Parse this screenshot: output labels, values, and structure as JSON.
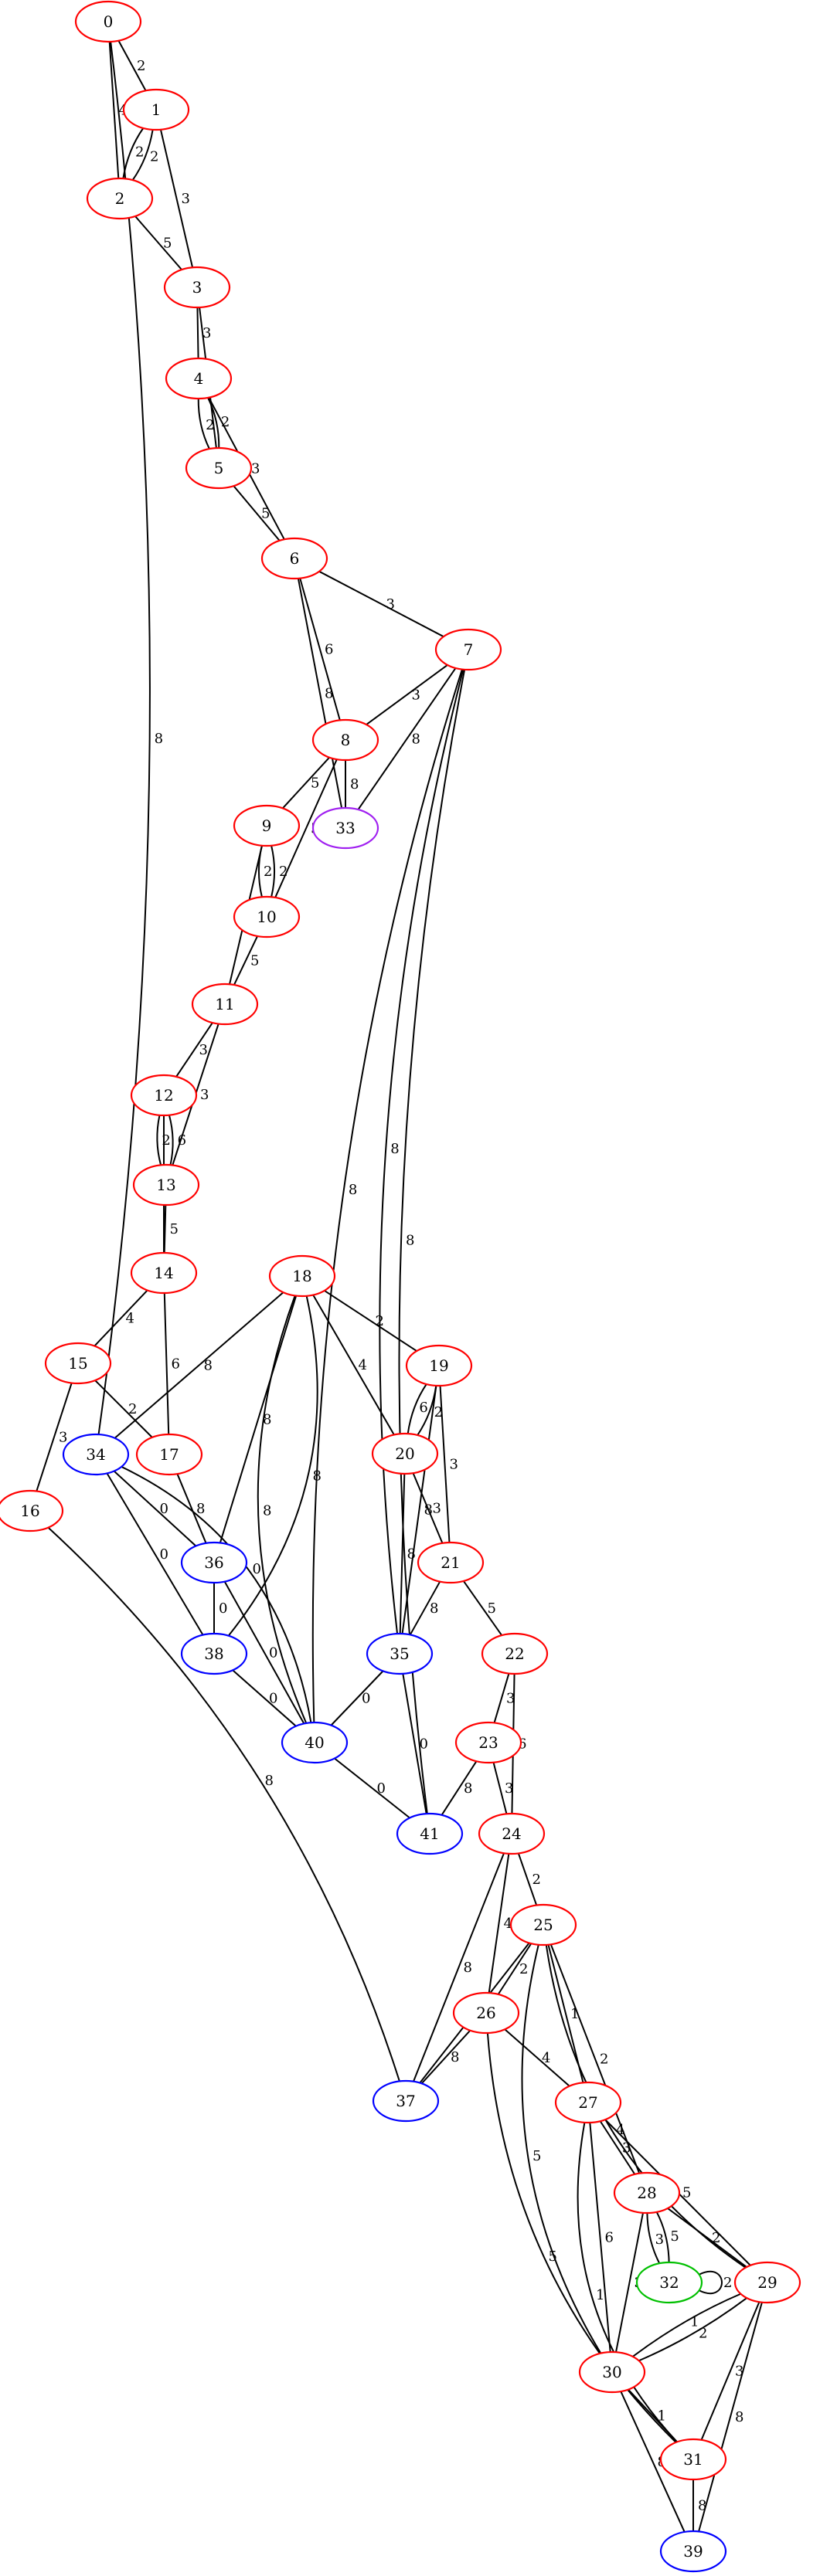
{
  "colors": {
    "red": "#ff0000",
    "blue": "#0000ff",
    "purple": "#a020f0",
    "green": "#00c000"
  },
  "nodes": [
    {
      "id": "0",
      "color": "red"
    },
    {
      "id": "1",
      "color": "red"
    },
    {
      "id": "2",
      "color": "red"
    },
    {
      "id": "3",
      "color": "red"
    },
    {
      "id": "4",
      "color": "red"
    },
    {
      "id": "5",
      "color": "red"
    },
    {
      "id": "6",
      "color": "red"
    },
    {
      "id": "7",
      "color": "red"
    },
    {
      "id": "8",
      "color": "red"
    },
    {
      "id": "9",
      "color": "red"
    },
    {
      "id": "10",
      "color": "red"
    },
    {
      "id": "11",
      "color": "red"
    },
    {
      "id": "12",
      "color": "red"
    },
    {
      "id": "13",
      "color": "red"
    },
    {
      "id": "14",
      "color": "red"
    },
    {
      "id": "15",
      "color": "red"
    },
    {
      "id": "16",
      "color": "red"
    },
    {
      "id": "17",
      "color": "red"
    },
    {
      "id": "18",
      "color": "red"
    },
    {
      "id": "19",
      "color": "red"
    },
    {
      "id": "20",
      "color": "red"
    },
    {
      "id": "21",
      "color": "red"
    },
    {
      "id": "22",
      "color": "red"
    },
    {
      "id": "23",
      "color": "red"
    },
    {
      "id": "24",
      "color": "red"
    },
    {
      "id": "25",
      "color": "red"
    },
    {
      "id": "26",
      "color": "red"
    },
    {
      "id": "27",
      "color": "red"
    },
    {
      "id": "28",
      "color": "red"
    },
    {
      "id": "29",
      "color": "red"
    },
    {
      "id": "30",
      "color": "red"
    },
    {
      "id": "31",
      "color": "red"
    },
    {
      "id": "32",
      "color": "green"
    },
    {
      "id": "33",
      "color": "purple"
    },
    {
      "id": "34",
      "color": "blue"
    },
    {
      "id": "35",
      "color": "blue"
    },
    {
      "id": "36",
      "color": "blue"
    },
    {
      "id": "37",
      "color": "blue"
    },
    {
      "id": "38",
      "color": "blue"
    },
    {
      "id": "39",
      "color": "blue"
    },
    {
      "id": "40",
      "color": "blue"
    },
    {
      "id": "41",
      "color": "blue"
    }
  ],
  "edges": [
    {
      "from": "0",
      "to": "1",
      "label": "2"
    },
    {
      "from": "0",
      "to": "2",
      "label": "4"
    },
    {
      "from": "0",
      "to": "34",
      "label": "8"
    },
    {
      "from": "1",
      "to": "2",
      "label": "2"
    },
    {
      "from": "1",
      "to": "2",
      "label": "2"
    },
    {
      "from": "1",
      "to": "3",
      "label": "3"
    },
    {
      "from": "2",
      "to": "3",
      "label": "5"
    },
    {
      "from": "3",
      "to": "4",
      "label": "3"
    },
    {
      "from": "3",
      "to": "5",
      "label": "5"
    },
    {
      "from": "4",
      "to": "5",
      "label": "2"
    },
    {
      "from": "4",
      "to": "5",
      "label": "2"
    },
    {
      "from": "4",
      "to": "6",
      "label": "3"
    },
    {
      "from": "5",
      "to": "6",
      "label": "5"
    },
    {
      "from": "6",
      "to": "7",
      "label": "3"
    },
    {
      "from": "6",
      "to": "8",
      "label": "6"
    },
    {
      "from": "6",
      "to": "33",
      "label": "8"
    },
    {
      "from": "7",
      "to": "8",
      "label": "3"
    },
    {
      "from": "7",
      "to": "33",
      "label": "8"
    },
    {
      "from": "7",
      "to": "35",
      "label": "8"
    },
    {
      "from": "7",
      "to": "40",
      "label": "8"
    },
    {
      "from": "7",
      "to": "41",
      "label": "8"
    },
    {
      "from": "8",
      "to": "9",
      "label": "5"
    },
    {
      "from": "8",
      "to": "10",
      "label": "5"
    },
    {
      "from": "8",
      "to": "33",
      "label": "8"
    },
    {
      "from": "9",
      "to": "10",
      "label": "2"
    },
    {
      "from": "9",
      "to": "10",
      "label": "2"
    },
    {
      "from": "9",
      "to": "11",
      "label": "3"
    },
    {
      "from": "10",
      "to": "11",
      "label": "5"
    },
    {
      "from": "11",
      "to": "12",
      "label": "3"
    },
    {
      "from": "11",
      "to": "13",
      "label": "3"
    },
    {
      "from": "12",
      "to": "13",
      "label": "6"
    },
    {
      "from": "12",
      "to": "13",
      "label": "2"
    },
    {
      "from": "12",
      "to": "14",
      "label": "3"
    },
    {
      "from": "13",
      "to": "14",
      "label": "5"
    },
    {
      "from": "14",
      "to": "15",
      "label": "4"
    },
    {
      "from": "14",
      "to": "17",
      "label": "6"
    },
    {
      "from": "15",
      "to": "16",
      "label": "3"
    },
    {
      "from": "15",
      "to": "17",
      "label": "2"
    },
    {
      "from": "16",
      "to": "37",
      "label": "8"
    },
    {
      "from": "17",
      "to": "36",
      "label": "8"
    },
    {
      "from": "18",
      "to": "19",
      "label": "2"
    },
    {
      "from": "18",
      "to": "20",
      "label": "4"
    },
    {
      "from": "18",
      "to": "34",
      "label": "8"
    },
    {
      "from": "18",
      "to": "36",
      "label": "8"
    },
    {
      "from": "18",
      "to": "38",
      "label": "8"
    },
    {
      "from": "18",
      "to": "40",
      "label": "8"
    },
    {
      "from": "19",
      "to": "20",
      "label": "2"
    },
    {
      "from": "19",
      "to": "20",
      "label": "6"
    },
    {
      "from": "19",
      "to": "21",
      "label": "3"
    },
    {
      "from": "19",
      "to": "35",
      "label": "8"
    },
    {
      "from": "20",
      "to": "21",
      "label": "3"
    },
    {
      "from": "20",
      "to": "35",
      "label": "8"
    },
    {
      "from": "21",
      "to": "22",
      "label": "5"
    },
    {
      "from": "21",
      "to": "35",
      "label": "8"
    },
    {
      "from": "22",
      "to": "23",
      "label": "3"
    },
    {
      "from": "22",
      "to": "24",
      "label": "6"
    },
    {
      "from": "23",
      "to": "24",
      "label": "3"
    },
    {
      "from": "23",
      "to": "41",
      "label": "8"
    },
    {
      "from": "24",
      "to": "25",
      "label": "2"
    },
    {
      "from": "24",
      "to": "26",
      "label": "4"
    },
    {
      "from": "24",
      "to": "37",
      "label": "8"
    },
    {
      "from": "25",
      "to": "26",
      "label": "2"
    },
    {
      "from": "25",
      "to": "27",
      "label": "1"
    },
    {
      "from": "25",
      "to": "28",
      "label": "2"
    },
    {
      "from": "25",
      "to": "29",
      "label": "4"
    },
    {
      "from": "25",
      "to": "30",
      "label": "5"
    },
    {
      "from": "25",
      "to": "37",
      "label": "8"
    },
    {
      "from": "26",
      "to": "27",
      "label": "4"
    },
    {
      "from": "26",
      "to": "31",
      "label": "5"
    },
    {
      "from": "26",
      "to": "37",
      "label": "8"
    },
    {
      "from": "27",
      "to": "28",
      "label": "3"
    },
    {
      "from": "27",
      "to": "29",
      "label": "5"
    },
    {
      "from": "27",
      "to": "30",
      "label": "6"
    },
    {
      "from": "27",
      "to": "31",
      "label": "1"
    },
    {
      "from": "28",
      "to": "29",
      "label": "2"
    },
    {
      "from": "28",
      "to": "30",
      "label": "3"
    },
    {
      "from": "28",
      "to": "32",
      "label": "5"
    },
    {
      "from": "28",
      "to": "32",
      "label": "3"
    },
    {
      "from": "29",
      "to": "30",
      "label": "2"
    },
    {
      "from": "29",
      "to": "30",
      "label": "1"
    },
    {
      "from": "29",
      "to": "31",
      "label": "3"
    },
    {
      "from": "29",
      "to": "39",
      "label": "8"
    },
    {
      "from": "30",
      "to": "31",
      "label": "1"
    },
    {
      "from": "30",
      "to": "39",
      "label": "8"
    },
    {
      "from": "31",
      "to": "39",
      "label": "8"
    },
    {
      "from": "32",
      "to": "32",
      "label": "2"
    },
    {
      "from": "34",
      "to": "36",
      "label": "0"
    },
    {
      "from": "34",
      "to": "38",
      "label": "0"
    },
    {
      "from": "34",
      "to": "40",
      "label": "0"
    },
    {
      "from": "35",
      "to": "40",
      "label": "0"
    },
    {
      "from": "35",
      "to": "41",
      "label": "0"
    },
    {
      "from": "36",
      "to": "38",
      "label": "0"
    },
    {
      "from": "36",
      "to": "40",
      "label": "0"
    },
    {
      "from": "38",
      "to": "40",
      "label": "0"
    },
    {
      "from": "40",
      "to": "41",
      "label": "0"
    }
  ]
}
